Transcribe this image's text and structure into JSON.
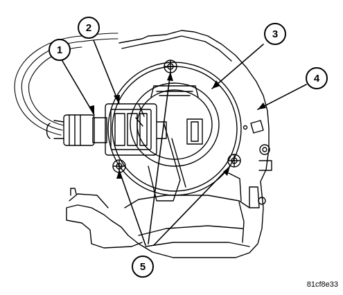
{
  "figure": {
    "callouts": [
      {
        "id": "1",
        "label": "1"
      },
      {
        "id": "2",
        "label": "2"
      },
      {
        "id": "3",
        "label": "3"
      },
      {
        "id": "4",
        "label": "4"
      },
      {
        "id": "5",
        "label": "5"
      }
    ],
    "figure_code": "81cf8e33"
  }
}
